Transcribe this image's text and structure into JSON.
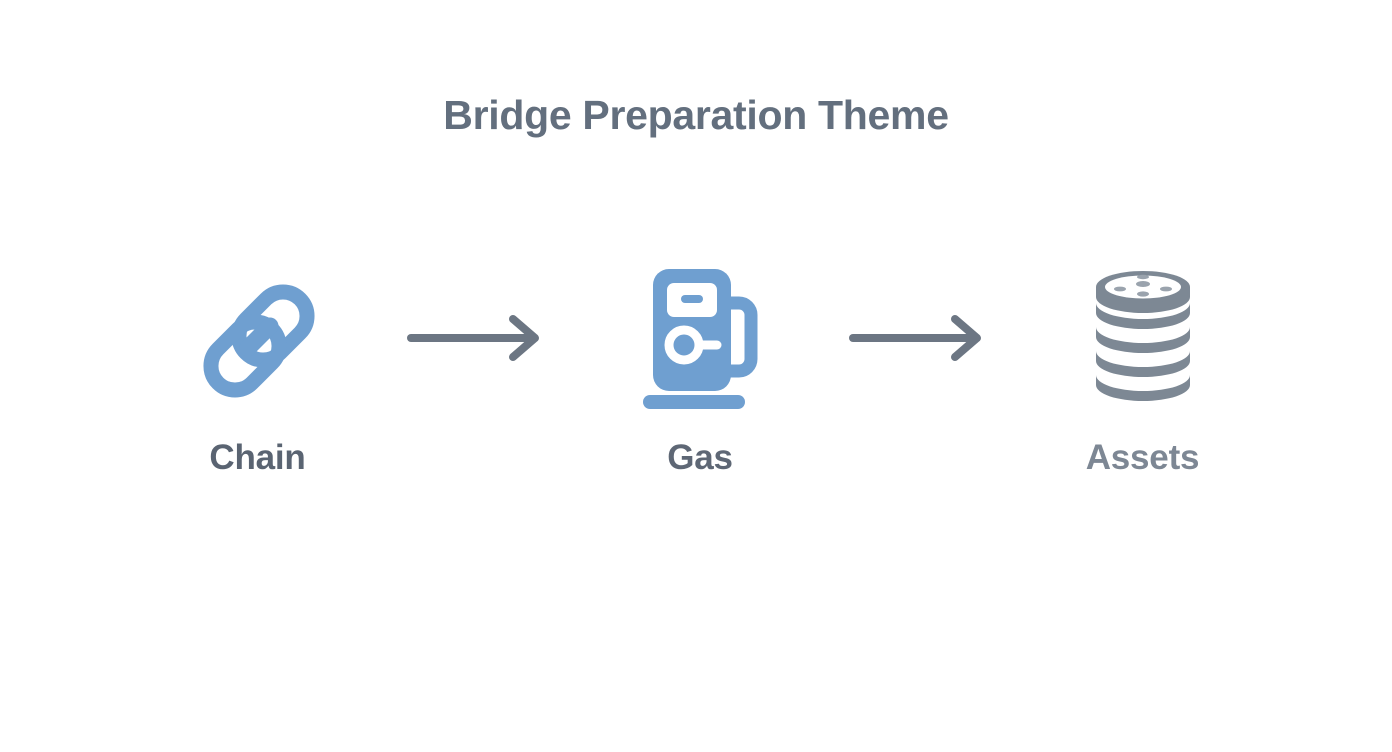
{
  "page": {
    "title": "Bridge Preparation Theme",
    "background_color": "#ffffff"
  },
  "colors": {
    "title_text": "#636f7e",
    "icon_blue": "#6f9fd0",
    "icon_gray": "#7d8894",
    "arrow_gray": "#6c7683",
    "label_dark": "#5a6472",
    "label_light": "#7d8794"
  },
  "flow": {
    "steps": [
      {
        "id": "chain",
        "label": "Chain",
        "icon": "chain-link-icon",
        "icon_color": "#6f9fd0"
      },
      {
        "id": "gas",
        "label": "Gas",
        "icon": "gas-pump-icon",
        "icon_color": "#6f9fd0"
      },
      {
        "id": "assets",
        "label": "Assets",
        "icon": "coin-stack-icon",
        "icon_color": "#7d8894"
      }
    ],
    "connectors": [
      {
        "id": "chain-to-gas",
        "icon": "arrow-right-icon",
        "color": "#6c7683"
      },
      {
        "id": "gas-to-assets",
        "icon": "arrow-right-icon",
        "color": "#6c7683"
      }
    ]
  }
}
